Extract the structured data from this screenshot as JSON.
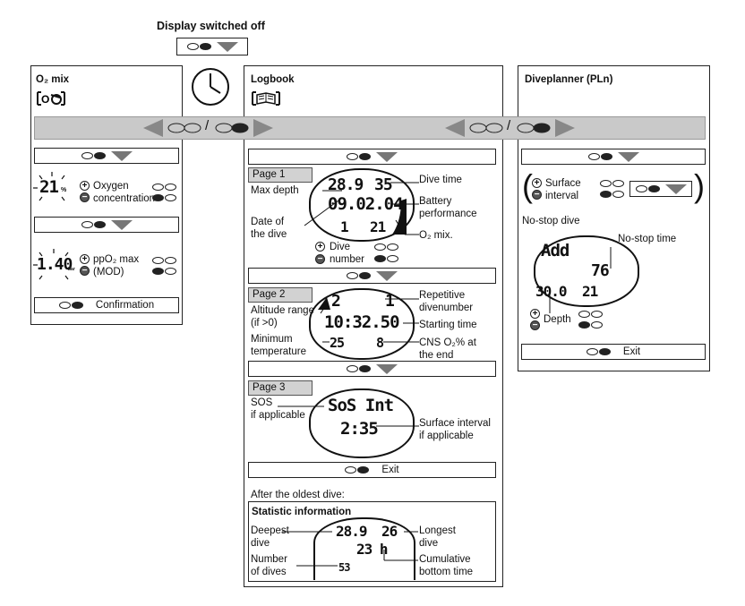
{
  "top": {
    "title": "Display switched off"
  },
  "band": {
    "slash_left": "/",
    "slash_right": "/"
  },
  "o2mix": {
    "title": "O₂ mix",
    "oxygen_label": "Oxygen\nconcentration",
    "lcd_oxygen": "21",
    "lcd_oxygen_unit": "%",
    "ppo2_label": "ppO₂ max\n(MOD)",
    "lcd_ppo2": "1.40",
    "lcd_ppo2_unit": "bar",
    "confirm_label": "Confirmation"
  },
  "logbook": {
    "title": "Logbook",
    "page1": {
      "tag": "Page 1",
      "max_depth": "Max depth",
      "date_of_dive": "Date of\nthe dive",
      "dive_time": "Dive time",
      "battery": "Battery\nperformance",
      "o2mix": "O₂ mix.",
      "dive_number": "Dive\nnumber",
      "lcd_depth": "28.9",
      "lcd_time": "35",
      "lcd_date": "09.02.04",
      "lcd_num": "1",
      "lcd_o2": "21"
    },
    "page2": {
      "tag": "Page 2",
      "altitude": "Altitude range\n(if >0)",
      "min_temp": "Minimum\ntemperature",
      "repetitive": "Repetitive\ndivenumber",
      "starting": "Starting time",
      "cns": "CNS O₂% at\nthe end",
      "lcd_alt": "2",
      "lcd_rep": "1",
      "lcd_time": "10:32.50",
      "lcd_temp": "25",
      "lcd_cns": "8"
    },
    "page3": {
      "tag": "Page 3",
      "sos": "SOS\nif applicable",
      "surface": "Surface interval\nif applicable",
      "lcd_line1": "SoS Int",
      "lcd_line2": "2:35"
    },
    "exit": "Exit",
    "after": "After the oldest dive:",
    "stats": {
      "title": "Statistic information",
      "deepest": "Deepest\ndive",
      "number": "Number\nof dives",
      "longest": "Longest\ndive",
      "cumulative": "Cumulative\nbottom time",
      "lcd_depth": "28.9",
      "lcd_long": "26",
      "lcd_cum": "23 h",
      "lcd_num": "53"
    }
  },
  "diveplanner": {
    "title": "Diveplanner (PLn)",
    "surface": "Surface\ninterval",
    "nostop": "No-stop dive",
    "nostop_time": "No-stop time",
    "depth": "Depth",
    "lcd_add": "Add",
    "lcd_time": "76",
    "lcd_depth": "30.0",
    "lcd_o2": "21",
    "exit": "Exit"
  }
}
